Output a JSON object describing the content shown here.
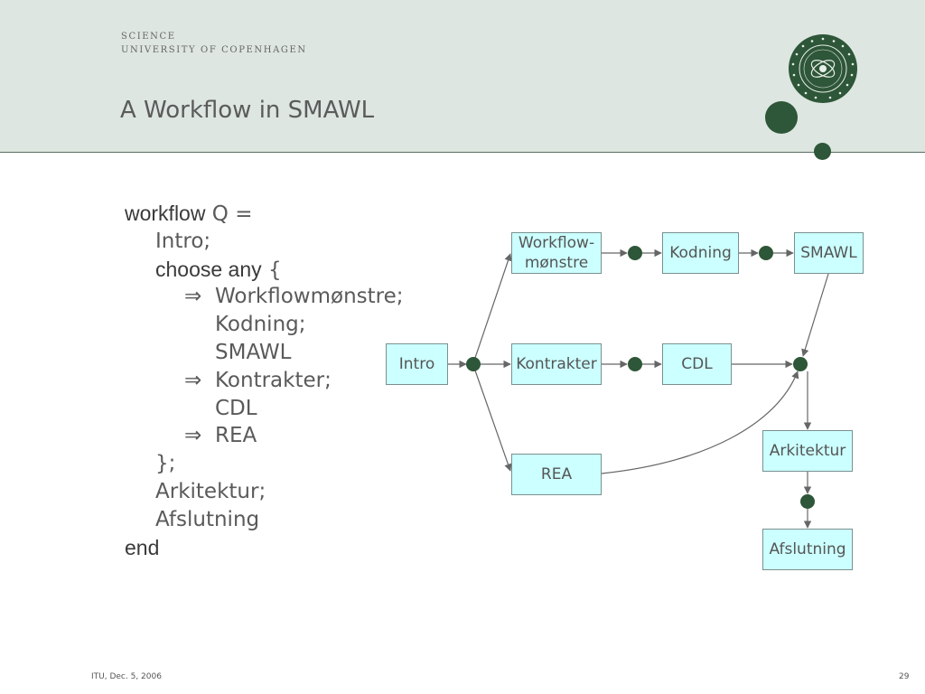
{
  "header": {
    "institution_line1": "SCIENCE",
    "institution_line2": "UNIVERSITY OF COPENHAGEN",
    "title": "A Workflow in SMAWL",
    "seal_icon": "university-seal-icon",
    "accent_color": "#2e5638",
    "band_color": "#dde6e0"
  },
  "code": {
    "kw_workflow": "workflow",
    "workflow_rest": "Q =",
    "intro": "Intro;",
    "kw_choose_any": "choose any",
    "brace_open": "{",
    "arrow": "⇒",
    "workflowmonstre": "Workflowmønstre;",
    "kodning": "Kodning;",
    "smawl": "SMAWL",
    "kontrakter": "Kontrakter;",
    "cdl": "CDL",
    "rea": "REA",
    "brace_close": "};",
    "arkitektur": "Arkitektur;",
    "afslutning": "Afslutning",
    "kw_end": "end"
  },
  "diagram": {
    "nodes": {
      "workflow_monstre_line1": "Workflow-",
      "workflow_monstre_line2": "mønstre",
      "kodning": "Kodning",
      "smawl": "SMAWL",
      "intro": "Intro",
      "kontrakter": "Kontrakter",
      "cdl": "CDL",
      "rea": "REA",
      "arkitektur": "Arkitektur",
      "afslutning": "Afslutning"
    },
    "node_fill": "#ccffff",
    "junction_color": "#2e5638"
  },
  "footer": {
    "date": "ITU, Dec. 5, 2006",
    "page": "29"
  }
}
